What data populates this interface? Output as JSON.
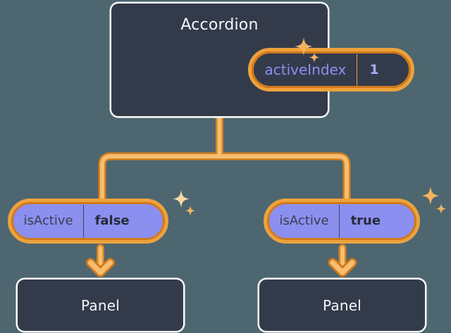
{
  "canvas": {
    "background_color": "#4d6670",
    "node_color": "#333b4b",
    "accent_color": "#eda23c",
    "accent_dark_color": "#d2791b",
    "state_fill_color": "#8b8ff0",
    "outline_color": "#fdfdfb"
  },
  "root": {
    "title": "Accordion",
    "state": {
      "key": "activeIndex",
      "value": "1"
    }
  },
  "branches": [
    {
      "state": {
        "key": "isActive",
        "value": "false"
      },
      "child": {
        "title": "Panel"
      }
    },
    {
      "state": {
        "key": "isActive",
        "value": "true"
      },
      "child": {
        "title": "Panel"
      }
    }
  ],
  "icons": {
    "sparkle": "sparkle-icon",
    "arrow_down": "arrow-down-icon"
  }
}
